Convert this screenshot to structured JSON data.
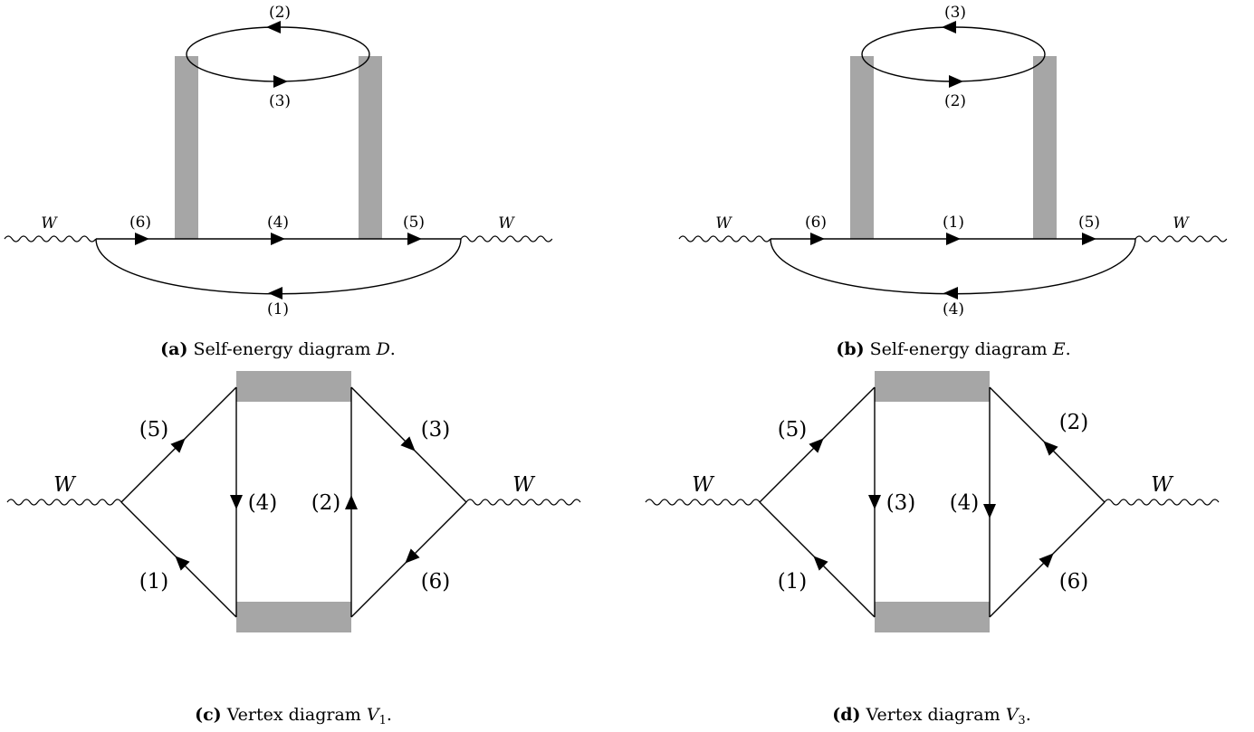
{
  "panels": {
    "a": {
      "caption_tag": "(a)",
      "caption_text": "Self-energy diagram ",
      "caption_symbol": "D",
      "caption_end": ".",
      "external_left": "W",
      "external_right": "W",
      "labels": {
        "top": "(2)",
        "loop_bottom": "(3)",
        "left": "(6)",
        "middle": "(4)",
        "right": "(5)",
        "bottom": "(1)"
      }
    },
    "b": {
      "caption_tag": "(b)",
      "caption_text": "Self-energy diagram ",
      "caption_symbol": "E",
      "caption_end": ".",
      "external_left": "W",
      "external_right": "W",
      "labels": {
        "top": "(3)",
        "loop_bottom": "(2)",
        "left": "(6)",
        "middle": "(1)",
        "right": "(5)",
        "bottom": "(4)"
      }
    },
    "c": {
      "caption_tag": "(c)",
      "caption_text": "Vertex diagram ",
      "caption_symbol": "V",
      "caption_sub": "1",
      "caption_end": ".",
      "external_left": "W",
      "external_right": "W",
      "labels": {
        "upper_left": "(5)",
        "lower_left": "(1)",
        "inner_left": "(4)",
        "inner_right": "(2)",
        "upper_right": "(3)",
        "lower_right": "(6)"
      }
    },
    "d": {
      "caption_tag": "(d)",
      "caption_text": "Vertex diagram ",
      "caption_symbol": "V",
      "caption_sub": "3",
      "caption_end": ".",
      "external_left": "W",
      "external_right": "W",
      "labels": {
        "upper_left": "(5)",
        "lower_left": "(1)",
        "inner_left": "(3)",
        "inner_right": "(4)",
        "upper_right": "(2)",
        "lower_right": "(6)"
      }
    }
  },
  "colors": {
    "propagator": "#000000",
    "interaction_block": "#a6a6a6",
    "background": "#ffffff"
  }
}
